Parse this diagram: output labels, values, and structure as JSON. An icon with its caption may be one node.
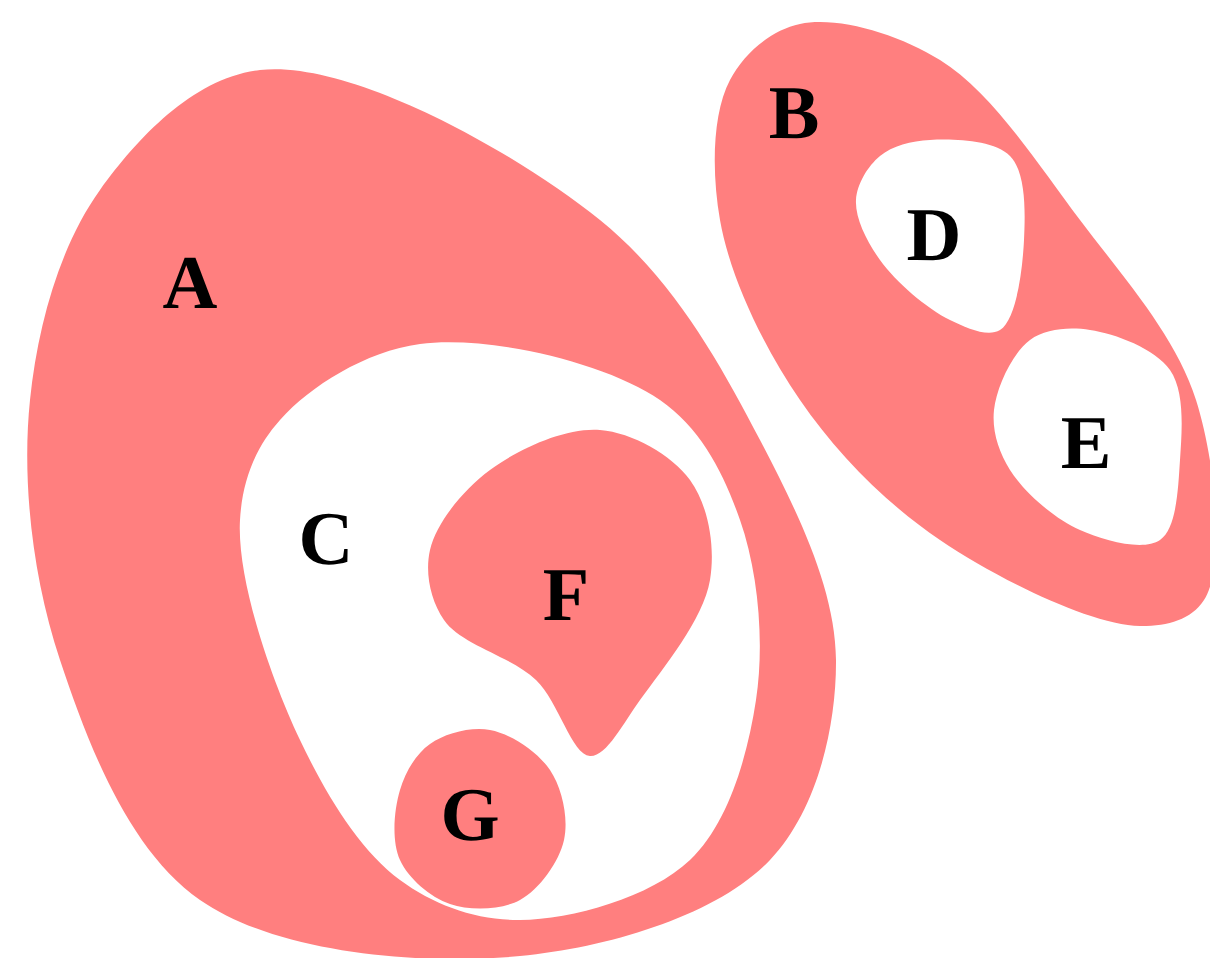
{
  "diagram": {
    "nodes": [
      {
        "text": [
          "A"
        ]
      },
      {
        "text": [
          "C"
        ],
        "in": 0
      },
      {
        "text": [
          "F"
        ],
        "in": 1
      },
      {
        "text": [
          "G"
        ],
        "in": 1
      },
      {
        "text": [
          "B"
        ]
      },
      {
        "text": [
          "D"
        ],
        "in": 4
      },
      {
        "text": [
          "E"
        ],
        "in": 4
      }
    ]
  }
}
